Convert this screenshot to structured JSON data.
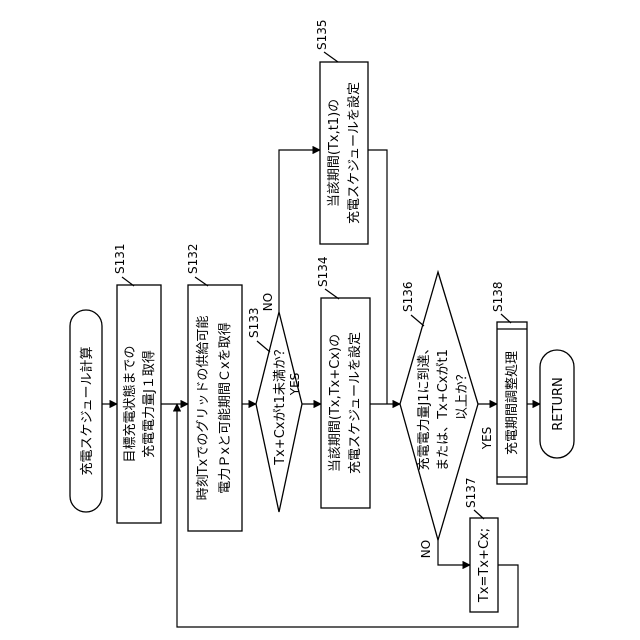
{
  "flowchart": {
    "start": "充電スケジュール計算",
    "s131": {
      "label": "S131",
      "line1": "目標充電状態までの",
      "line2": "充電電力量J１取得"
    },
    "s132": {
      "label": "S132",
      "line1": "時刻Txでのグリッドの供給可能",
      "line2": "電力Ｐxと可能期間Ｃxを取得"
    },
    "s133": {
      "label": "S133",
      "text": "Tx+Cxがt1未満か？",
      "yes": "YES",
      "no": "NO"
    },
    "s134": {
      "label": "S134",
      "line1": "当該期間(Tx,Tx+Cx)の",
      "line2": "充電スケジュールを設定"
    },
    "s135": {
      "label": "S135",
      "line1": "当該期間(Tx,t1)の",
      "line2": "充電スケジュールを設定"
    },
    "s136": {
      "label": "S136",
      "line1": "充電電力量J1に到達、",
      "line2": "または、Tx+Cxがt1",
      "line3": "以上か？",
      "yes": "YES",
      "no": "NO"
    },
    "s137": {
      "label": "S137",
      "text": "Tx=Tx+Cx;"
    },
    "s138": {
      "label": "S138",
      "text": "充電期間調整処理"
    },
    "end": "RETURN"
  }
}
